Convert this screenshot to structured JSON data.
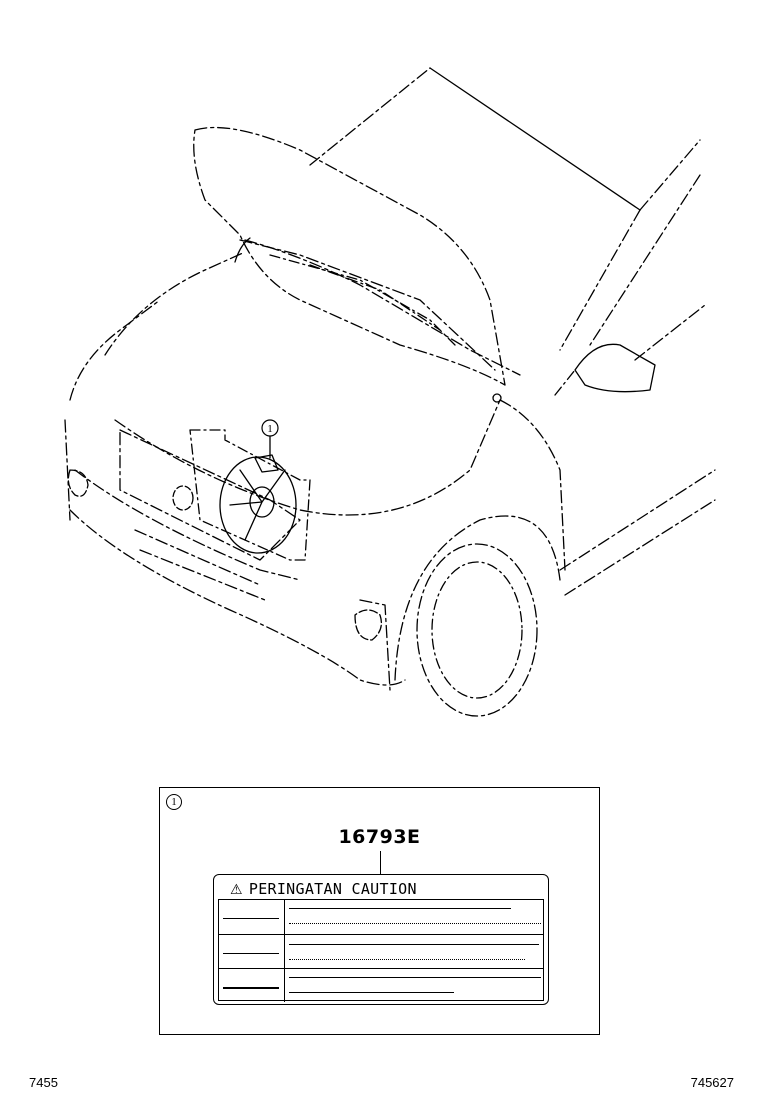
{
  "diagram": {
    "callout_number": "1",
    "detail": {
      "callout_number": "1",
      "part_number": "16793E",
      "label_header": "PERINGATAN CAUTION",
      "warning_icon": "warning-triangle-icon"
    },
    "footer": {
      "left_code": "7455",
      "right_code": "745627"
    }
  }
}
